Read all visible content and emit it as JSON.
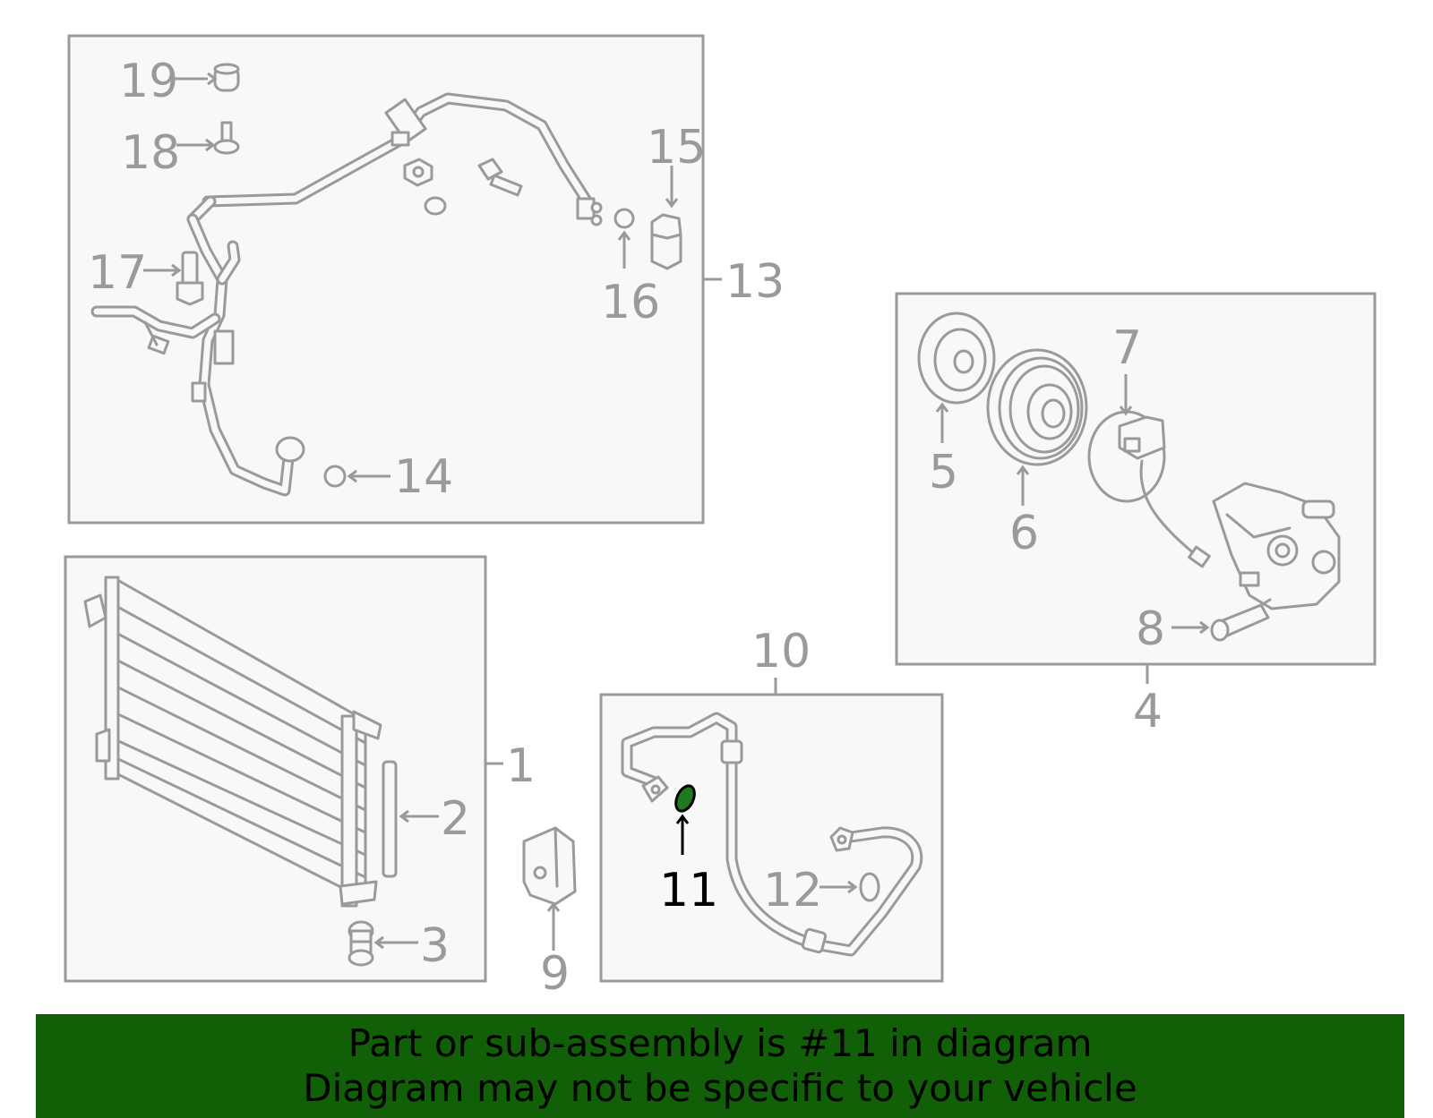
{
  "colors": {
    "banner_bg": "#116007",
    "highlight_part": "#1f7a1f",
    "callout_gray": "#9a9a9a",
    "highlight_callout": "#000000"
  },
  "callouts": {
    "c1": "1",
    "c2": "2",
    "c3": "3",
    "c4": "4",
    "c5": "5",
    "c6": "6",
    "c7": "7",
    "c8": "8",
    "c9": "9",
    "c10": "10",
    "c11": "11",
    "c12": "12",
    "c13": "13",
    "c14": "14",
    "c15": "15",
    "c16": "16",
    "c17": "17",
    "c18": "18",
    "c19": "19"
  },
  "highlighted_callout": "11",
  "banner": {
    "line1": "Part or sub-assembly is #11 in diagram",
    "line2": "Diagram may not be specific to your vehicle"
  }
}
